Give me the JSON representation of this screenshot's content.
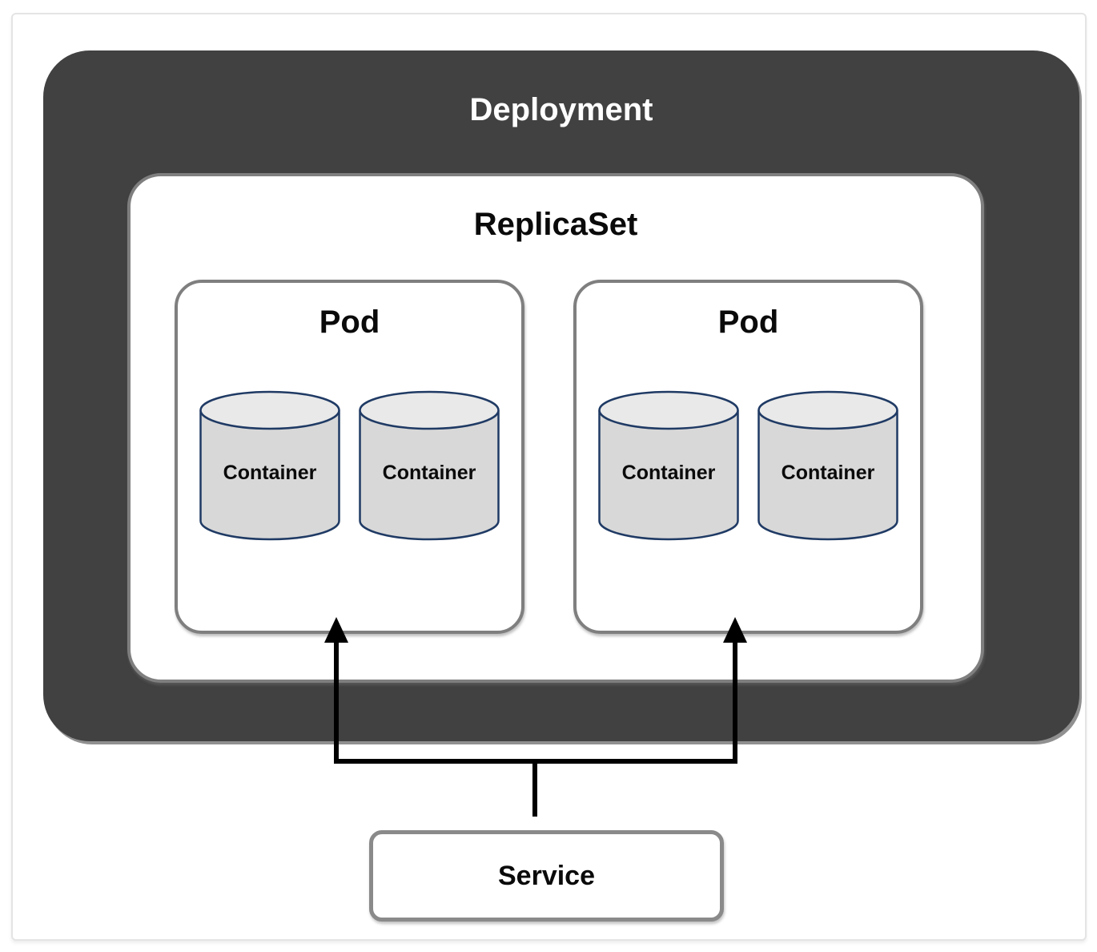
{
  "diagram": {
    "deployment": {
      "label": "Deployment"
    },
    "replicaset": {
      "label": "ReplicaSet"
    },
    "pods": [
      {
        "label": "Pod",
        "containers": [
          {
            "label": "Container"
          },
          {
            "label": "Container"
          }
        ]
      },
      {
        "label": "Pod",
        "containers": [
          {
            "label": "Container"
          },
          {
            "label": "Container"
          }
        ]
      }
    ],
    "service": {
      "label": "Service"
    },
    "colors": {
      "deployment_fill": "#414141",
      "deployment_text": "#ffffff",
      "box_border": "#7f7f7f",
      "service_border": "#8a8a8a",
      "label_text": "#0a0a0a",
      "cylinder_body": "#d8d8d8",
      "cylinder_top": "#e9e9e9",
      "cylinder_stroke": "#1f3a64",
      "arrow": "#000000"
    }
  }
}
